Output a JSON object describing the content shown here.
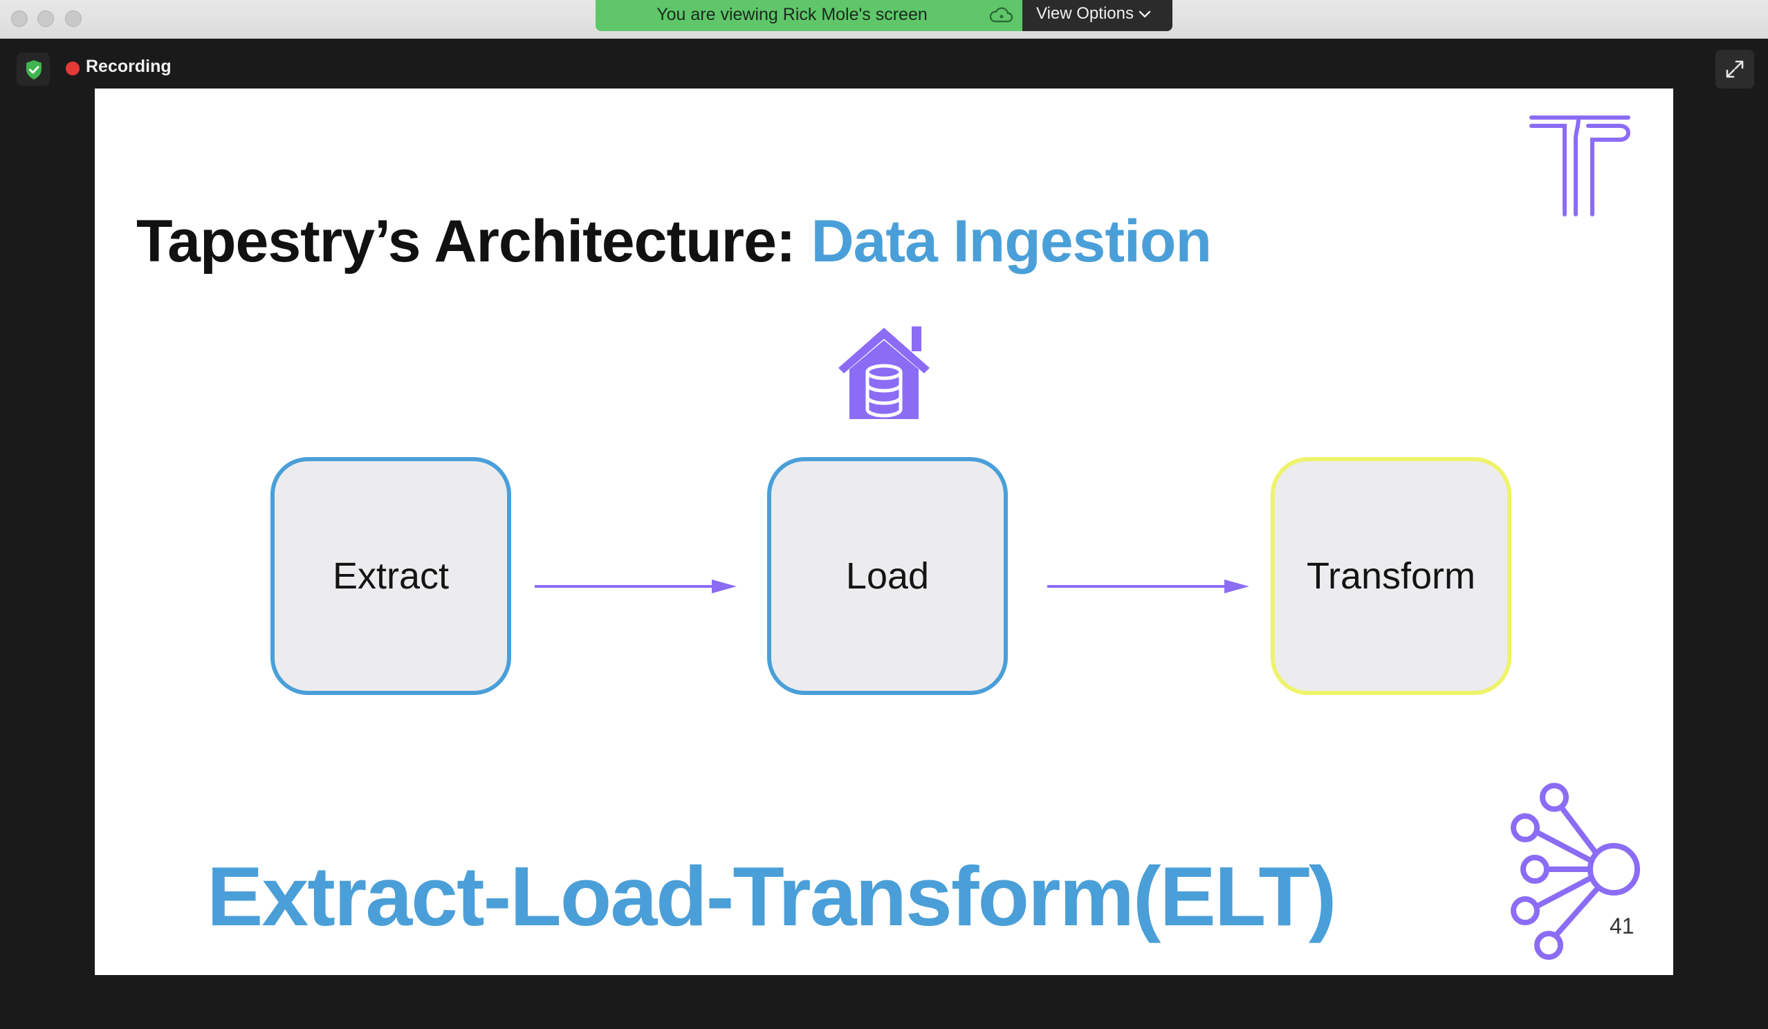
{
  "window": {
    "share_banner_text": "You are viewing Rick Mole's screen",
    "view_options_label": "View Options",
    "banner_color": "#5fc76a"
  },
  "viewer": {
    "recording_label": "Recording",
    "recording_color": "#e53935",
    "security_icon": "shield-check-icon",
    "fullscreen_icon": "expand-icon"
  },
  "slide": {
    "title_main": "Tapestry’s Architecture: ",
    "title_accent": "Data Ingestion",
    "accent_color": "#4a9fd8",
    "flow_color": "#8b6cf5",
    "stages": [
      {
        "label": "Extract",
        "border_color": "#4a9fd8"
      },
      {
        "label": "Load",
        "border_color": "#4a9fd8",
        "icon": "data-warehouse-icon"
      },
      {
        "label": "Transform",
        "border_color": "#eef36c"
      }
    ],
    "heading": "Extract-Load-Transform(ELT)",
    "page_number": "41",
    "logo_icon": "tapestry-logo-icon",
    "corner_icon": "network-nodes-icon"
  }
}
